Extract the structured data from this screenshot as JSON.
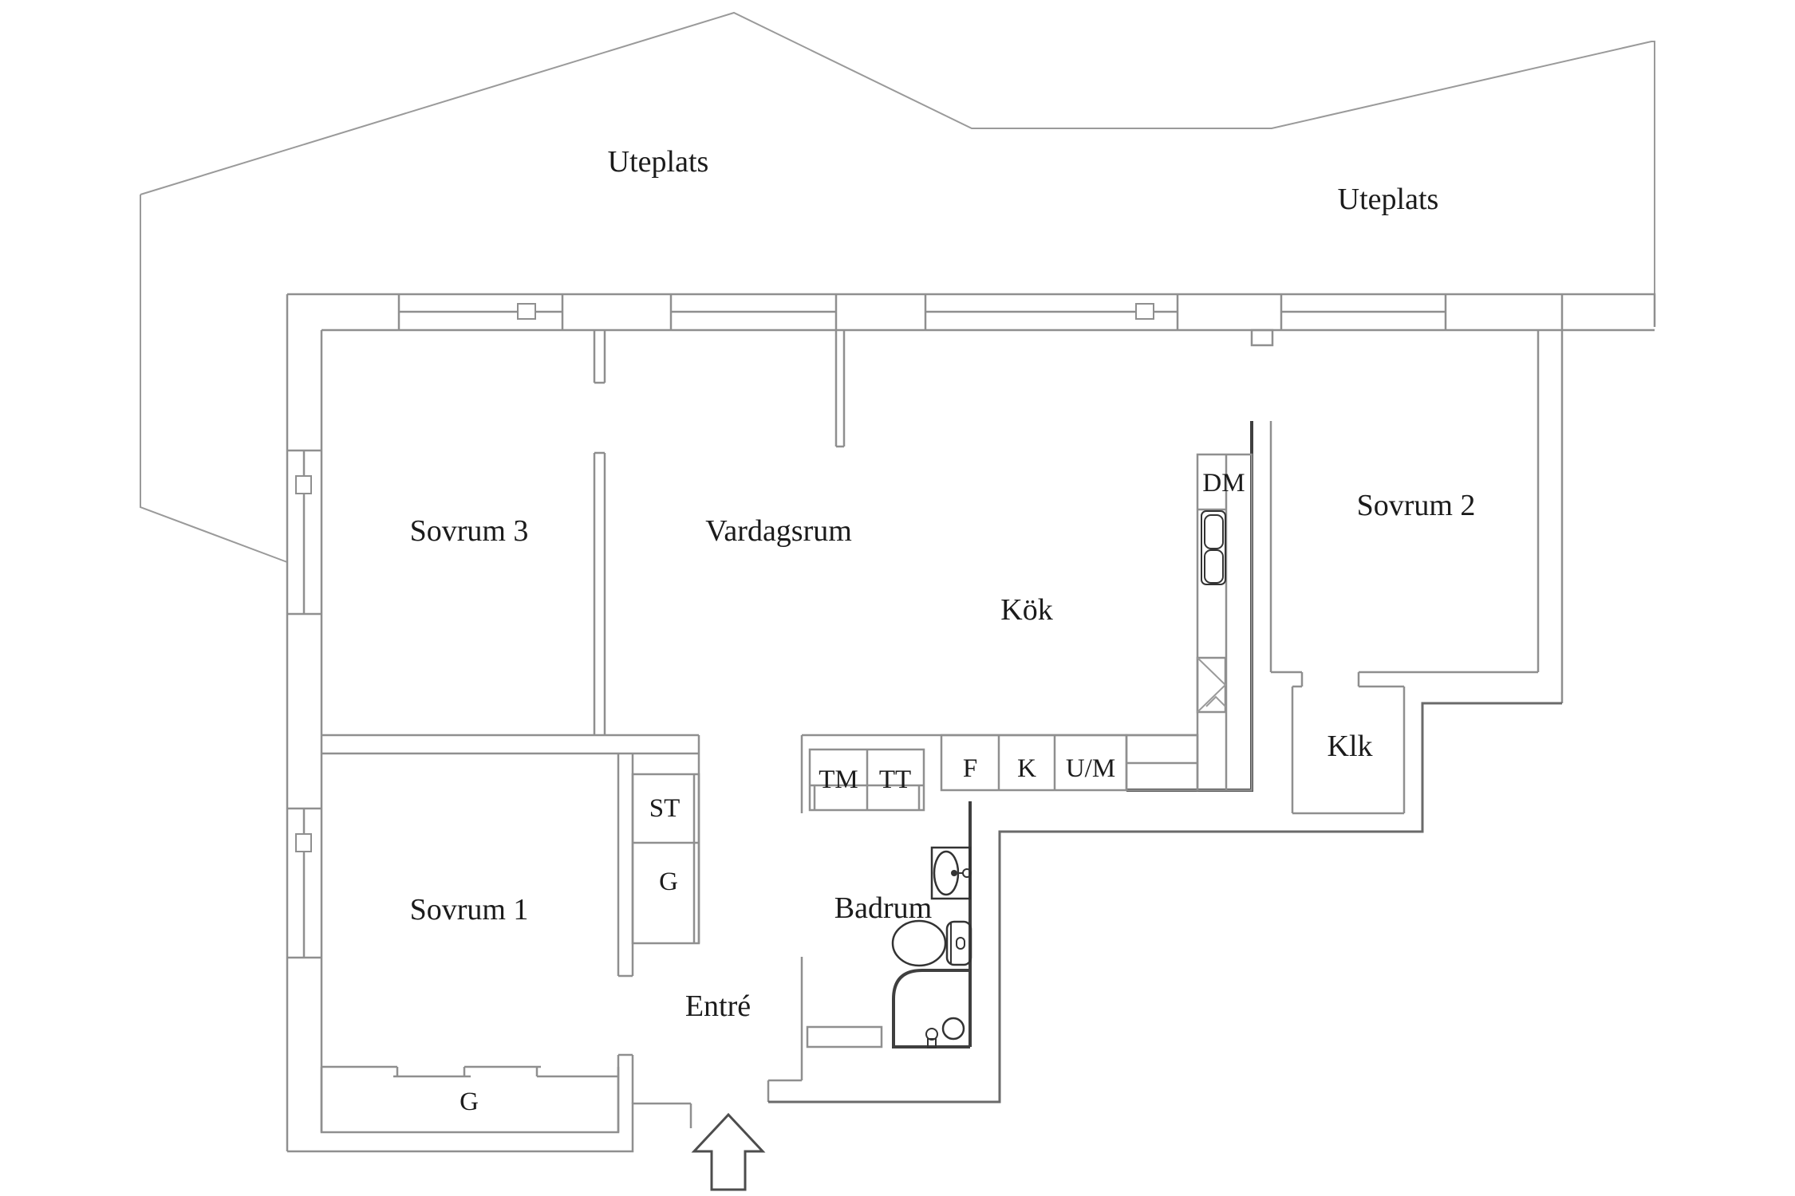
{
  "colors": {
    "background": "#ffffff",
    "wall_line": "#8f8f8f",
    "boundary_line": "#6a6a6a",
    "heavy_wall_line": "#3f3f3f",
    "fixture_line": "#333333",
    "text": "#1b1b1b"
  },
  "plan": {
    "rooms": {
      "uteplats_left": "Uteplats",
      "uteplats_right": "Uteplats",
      "sovrum3": "Sovrum 3",
      "vardagsrum": "Vardagsrum",
      "kok": "Kök",
      "sovrum2": "Sovrum 2",
      "klk": "Klk",
      "sovrum1": "Sovrum 1",
      "entre": "Entré",
      "badrum": "Badrum"
    },
    "labels": {
      "dm": "DM",
      "tm": "TM",
      "tt": "TT",
      "f": "F",
      "k": "K",
      "um": "U/M",
      "st": "ST",
      "g_closet": "G",
      "g_wardrobe": "G"
    }
  }
}
